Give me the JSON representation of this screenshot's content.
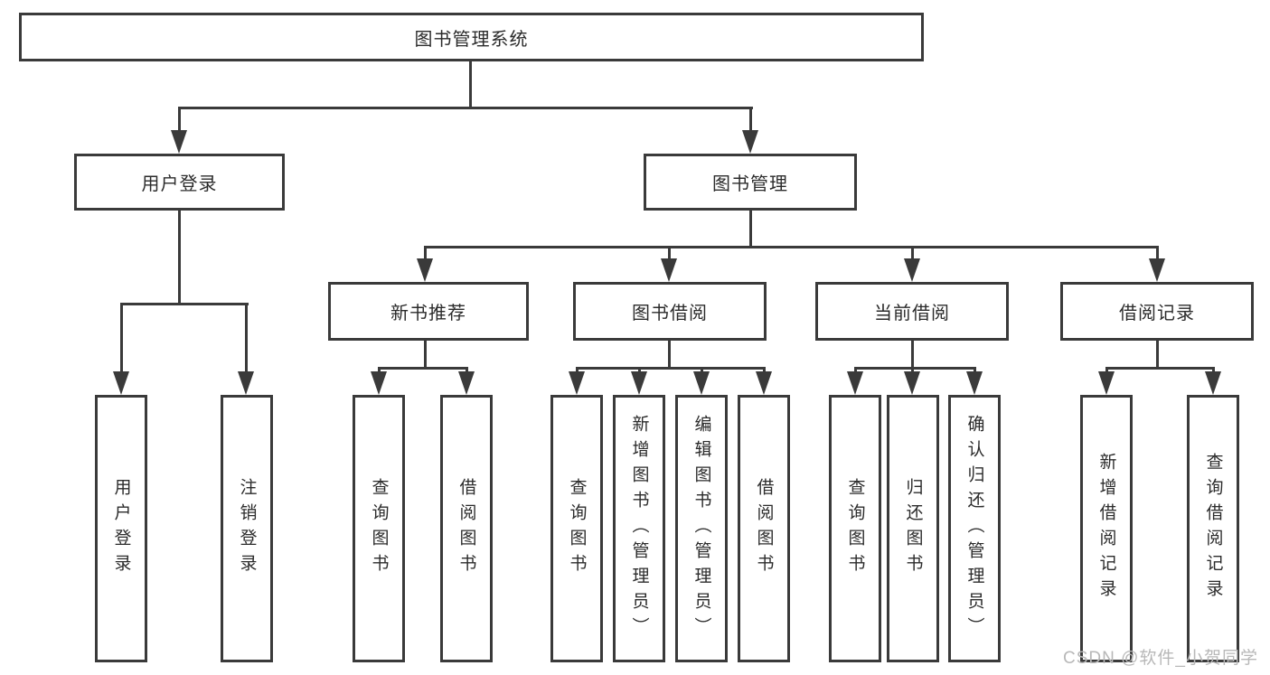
{
  "diagram": {
    "root": "图书管理系统",
    "level2": {
      "user_login": "用户登录",
      "book_mgmt": "图书管理"
    },
    "level3": {
      "new_books": "新书推荐",
      "borrow": "图书借阅",
      "current": "当前借阅",
      "records": "借阅记录"
    },
    "leaves": {
      "user_login": [
        "用户登录",
        "注销登录"
      ],
      "new_books": [
        "查询图书",
        "借阅图书"
      ],
      "borrow": [
        "查询图书",
        "新增图书（管理员）",
        "编辑图书（管理员）",
        "借阅图书"
      ],
      "current": [
        "查询图书",
        "归还图书",
        "确认归还（管理员）"
      ],
      "records": [
        "新增借阅记录",
        "查询借阅记录"
      ]
    }
  },
  "watermark": "CSDN @软件_小贺同学",
  "colors": {
    "line": "#3a3a3a",
    "text": "#2b2b2b",
    "watermark": "#b8b8b8"
  }
}
